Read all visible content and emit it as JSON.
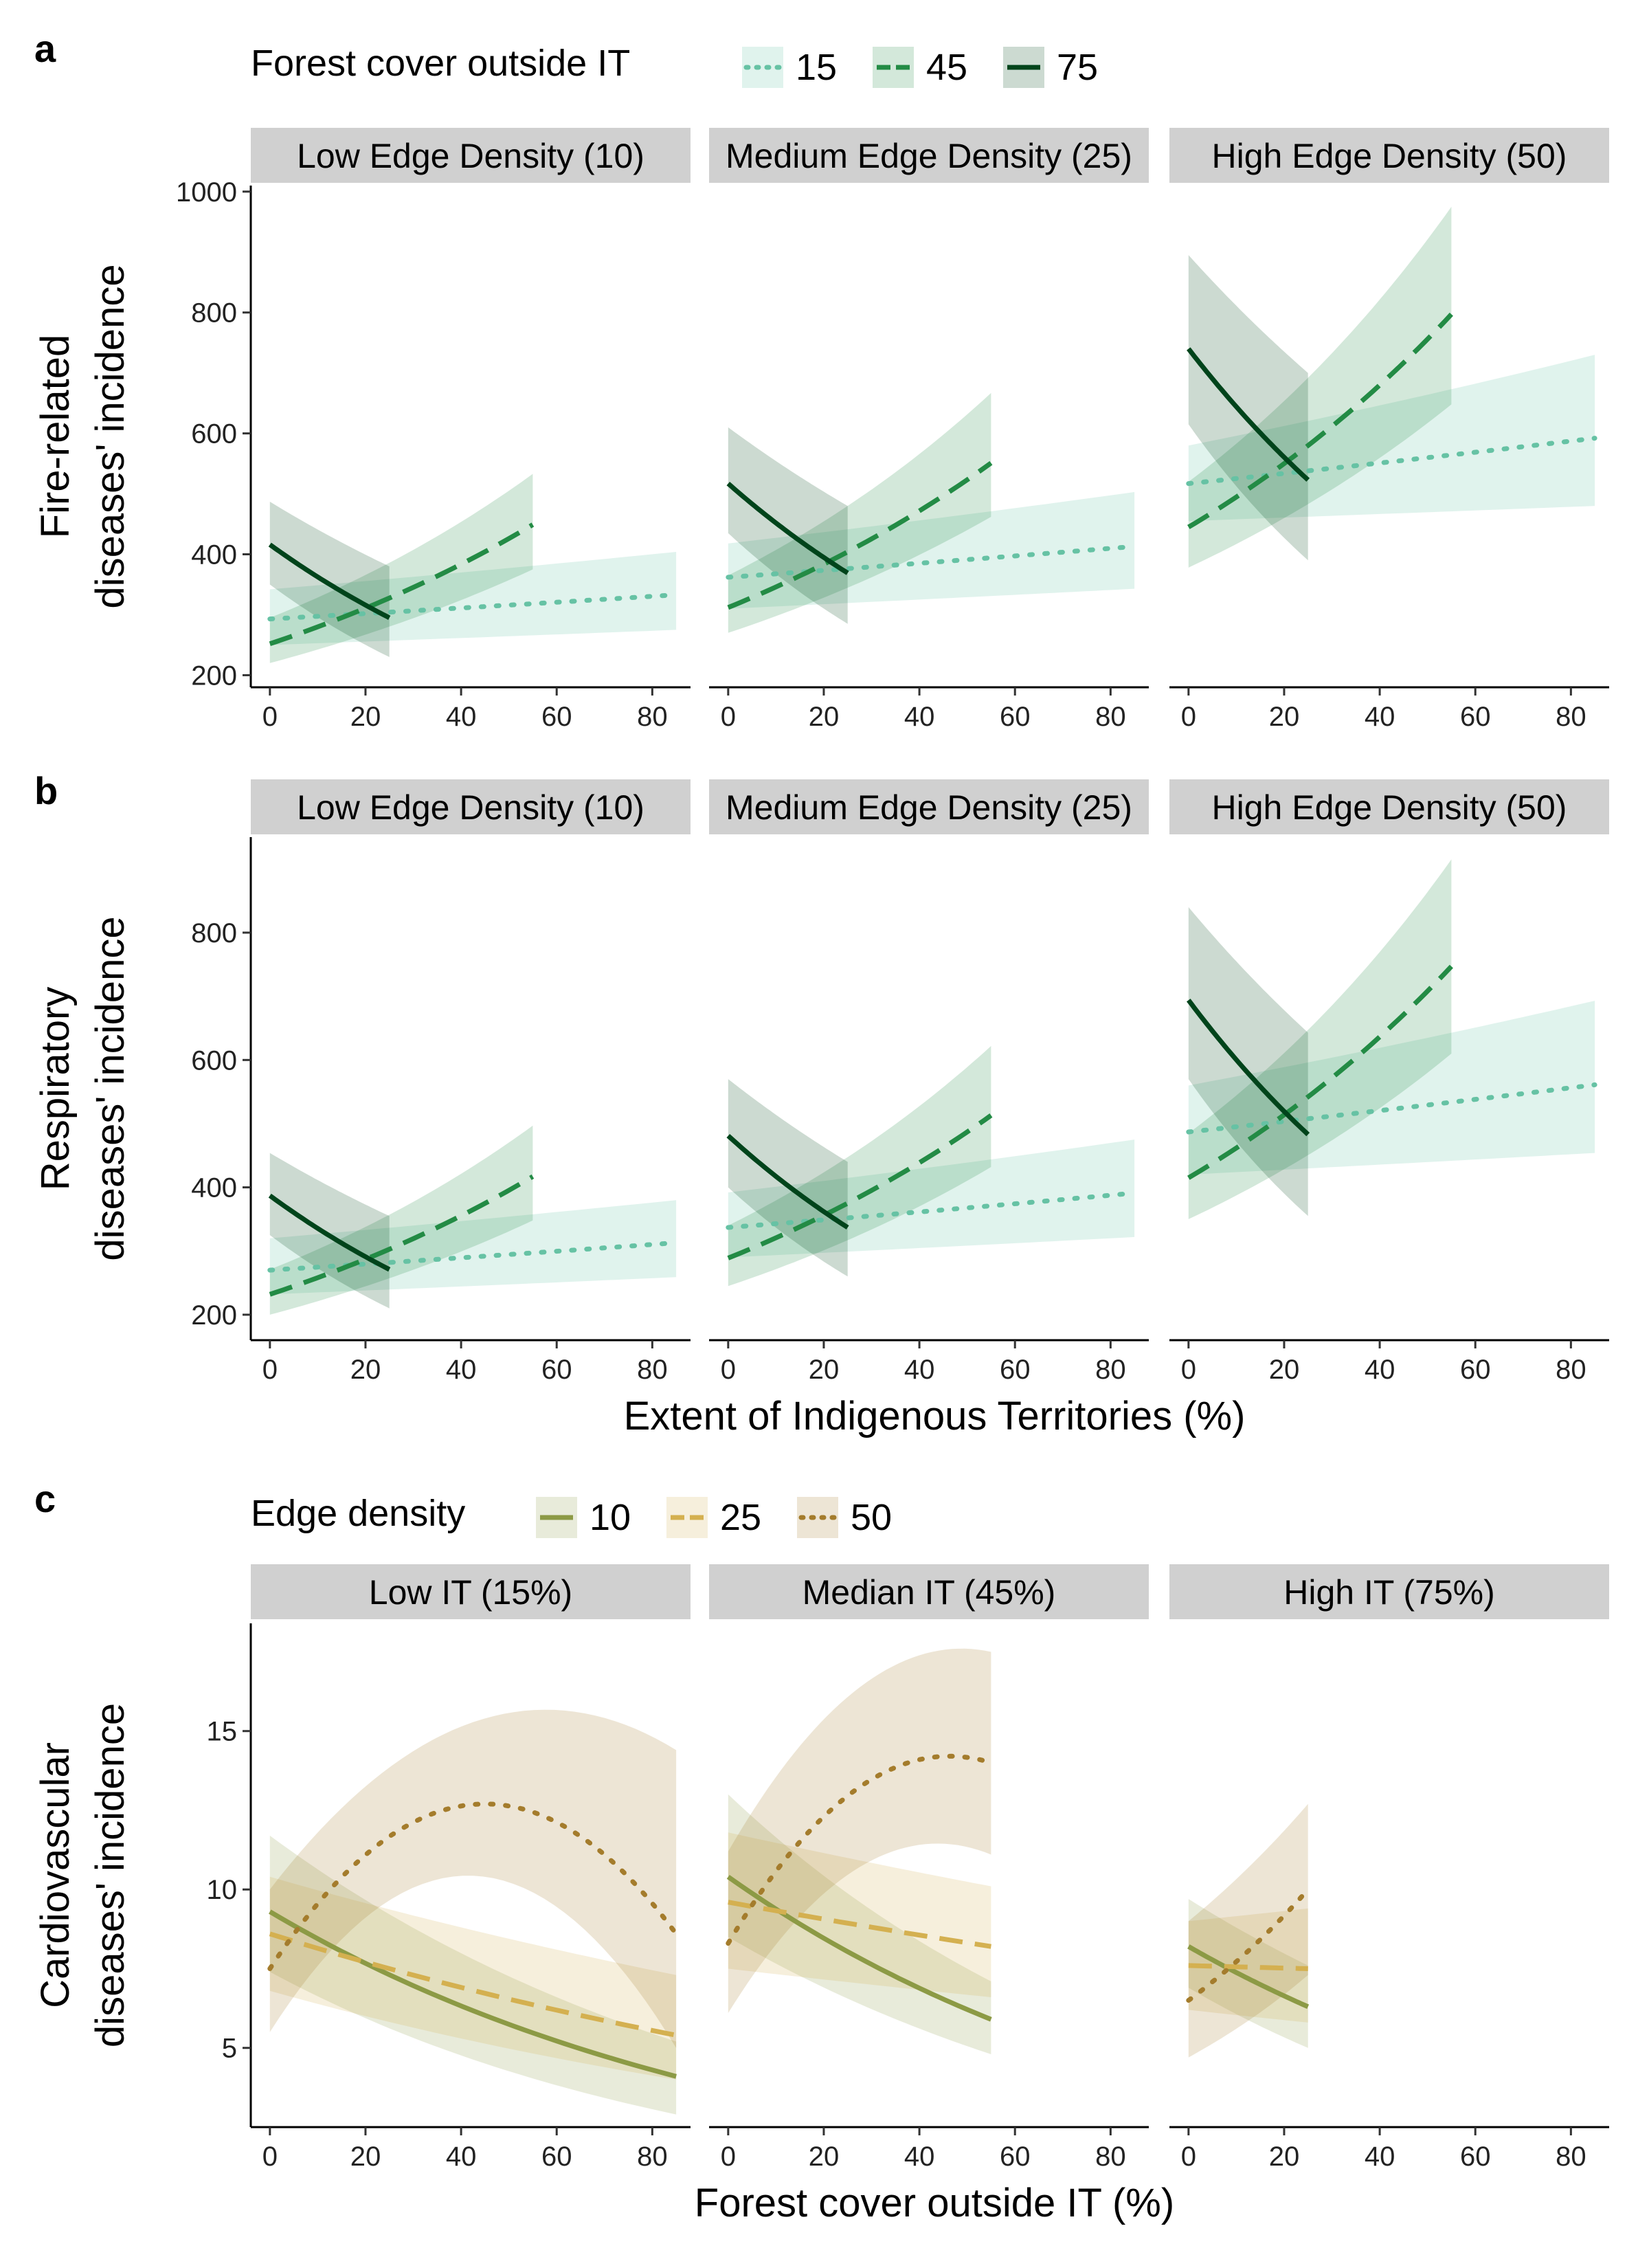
{
  "colors": {
    "forest_15": "#66c2a4",
    "forest_45": "#238b45",
    "forest_75": "#00441b",
    "edge_10": "#8c9a45",
    "edge_25": "#d4b050",
    "edge_50": "#a47c2c",
    "strip_bg": "#d0d0d0"
  },
  "chart_data": [
    {
      "type": "line",
      "panel_label": "a",
      "legend_title": "Forest cover outside IT",
      "legend_placement": "top",
      "ylabel": [
        "Fire-related",
        "diseases' incidence"
      ],
      "xlabel": "",
      "xlim": [
        -4,
        88
      ],
      "ylim": [
        180,
        1010
      ],
      "yticks": [
        200,
        400,
        600,
        800,
        1000
      ],
      "xticks": [
        0,
        20,
        40,
        60,
        80
      ],
      "facets": [
        "Low Edge Density (10)",
        "Medium Edge Density (25)",
        "High Edge Density (50)"
      ],
      "series": [
        {
          "name": "15",
          "style": "dotted",
          "color_key": "forest_15",
          "x": [
            0,
            85
          ],
          "values": [
            [
              293,
              333
            ],
            [
              362,
              413
            ],
            [
              517,
              592
            ]
          ],
          "lower": [
            [
              250,
              275
            ],
            [
              310,
              343
            ],
            [
              455,
              480
            ]
          ],
          "upper": [
            [
              342,
              404
            ],
            [
              418,
              503
            ],
            [
              580,
              730
            ]
          ]
        },
        {
          "name": "45",
          "style": "dashed",
          "color_key": "forest_45",
          "x": [
            0,
            55
          ],
          "values": [
            [
              252,
              449
            ],
            [
              312,
              551
            ],
            [
              445,
              797
            ]
          ],
          "lower": [
            [
              220,
              375
            ],
            [
              270,
              462
            ],
            [
              378,
              648
            ]
          ],
          "upper": [
            [
              295,
              533
            ],
            [
              365,
              667
            ],
            [
              520,
              975
            ]
          ]
        },
        {
          "name": "75",
          "style": "solid",
          "color_key": "forest_75",
          "x": [
            0,
            25
          ],
          "values": [
            [
              416,
              295
            ],
            [
              517,
              369
            ],
            [
              740,
              523
            ]
          ],
          "lower": [
            [
              350,
              230
            ],
            [
              435,
              285
            ],
            [
              615,
              390
            ]
          ],
          "upper": [
            [
              487,
              380
            ],
            [
              610,
              480
            ],
            [
              895,
              700
            ]
          ]
        }
      ]
    },
    {
      "type": "line",
      "panel_label": "b",
      "ylabel": [
        "Respiratory",
        "diseases' incidence"
      ],
      "xlabel": "Extent of Indigenous Territories (%)",
      "xlim": [
        -4,
        88
      ],
      "ylim": [
        160,
        950
      ],
      "yticks": [
        200,
        400,
        600,
        800
      ],
      "xticks": [
        0,
        20,
        40,
        60,
        80
      ],
      "facets": [
        "Low Edge Density (10)",
        "Medium Edge Density (25)",
        "High Edge Density (50)"
      ],
      "series": [
        {
          "name": "15",
          "style": "dotted",
          "color_key": "forest_15",
          "x": [
            0,
            85
          ],
          "values": [
            [
              270,
              313
            ],
            [
              337,
              391
            ],
            [
              487,
              561
            ]
          ],
          "lower": [
            [
              232,
              259
            ],
            [
              290,
              322
            ],
            [
              420,
              454
            ]
          ],
          "upper": [
            [
              320,
              380
            ],
            [
              392,
              475
            ],
            [
              560,
              693
            ]
          ]
        },
        {
          "name": "45",
          "style": "dashed",
          "color_key": "forest_45",
          "x": [
            0,
            55
          ],
          "values": [
            [
              232,
              417
            ],
            [
              289,
              513
            ],
            [
              415,
              747
            ]
          ],
          "lower": [
            [
              200,
              348
            ],
            [
              245,
              432
            ],
            [
              350,
              610
            ]
          ],
          "upper": [
            [
              271,
              497
            ],
            [
              340,
              622
            ],
            [
              485,
              915
            ]
          ]
        },
        {
          "name": "75",
          "style": "solid",
          "color_key": "forest_75",
          "x": [
            0,
            25
          ],
          "values": [
            [
              387,
              271
            ],
            [
              481,
              337
            ],
            [
              694,
              483
            ]
          ],
          "lower": [
            [
              325,
              210
            ],
            [
              400,
              260
            ],
            [
              570,
              355
            ]
          ],
          "upper": [
            [
              454,
              355
            ],
            [
              570,
              440
            ],
            [
              840,
              643
            ]
          ]
        }
      ]
    },
    {
      "type": "line",
      "panel_label": "c",
      "legend_title": "Edge density",
      "legend_placement": "top",
      "ylabel": [
        "Cardiovascular",
        "diseases' incidence"
      ],
      "xlabel": "Forest cover outside IT (%)",
      "xlim": [
        -4,
        88
      ],
      "ylim": [
        2.5,
        18.4
      ],
      "yticks": [
        5,
        10,
        15
      ],
      "xticks": [
        0,
        20,
        40,
        60,
        80
      ],
      "facets": [
        "Low IT (15%)",
        "Median IT (45%)",
        "High IT (75%)"
      ],
      "series": [
        {
          "name": "10",
          "style": "solid",
          "color_key": "edge_10",
          "x_max": [
            85,
            55,
            25
          ],
          "start": [
            9.3,
            10.4,
            8.2
          ],
          "end": [
            4.1,
            5.9,
            6.3
          ],
          "curve": [
            0.3,
            0.3,
            0.0
          ],
          "lower_start": [
            7.4,
            8.5,
            6.9
          ],
          "lower_end": [
            2.9,
            4.8,
            5.0
          ],
          "upper_start": [
            11.7,
            13.0,
            9.7
          ],
          "upper_end": [
            5.2,
            7.1,
            7.6
          ]
        },
        {
          "name": "25",
          "style": "dashed",
          "color_key": "edge_25",
          "x_max": [
            85,
            55,
            25
          ],
          "start": [
            8.6,
            9.6,
            7.6
          ],
          "end": [
            5.4,
            8.2,
            7.5
          ],
          "curve": [
            -0.6,
            -0.3,
            0.0
          ],
          "lower_start": [
            6.8,
            7.5,
            6.2
          ],
          "lower_end": [
            4.0,
            6.6,
            5.8
          ],
          "upper_start": [
            10.4,
            11.8,
            9.0
          ],
          "upper_end": [
            7.3,
            10.1,
            9.4
          ]
        },
        {
          "name": "50",
          "style": "dotted",
          "color_key": "edge_50",
          "peak_x": [
            45,
            48,
            25
          ],
          "x_max": [
            85,
            55,
            25
          ],
          "start": [
            7.5,
            8.3,
            6.5
          ],
          "peak": [
            12.7,
            14.2,
            10.0
          ],
          "end": [
            8.6,
            14.0,
            10.0
          ],
          "lower_start": [
            5.5,
            6.1,
            4.7
          ],
          "lower_peak": [
            10.4,
            11.4,
            7.3
          ],
          "lower_end": [
            5.0,
            11.1,
            7.3
          ],
          "upper_start": [
            10.0,
            11.2,
            9.0
          ],
          "upper_peak": [
            15.4,
            17.6,
            12.7
          ],
          "upper_end": [
            14.4,
            17.5,
            12.7
          ]
        }
      ]
    }
  ]
}
